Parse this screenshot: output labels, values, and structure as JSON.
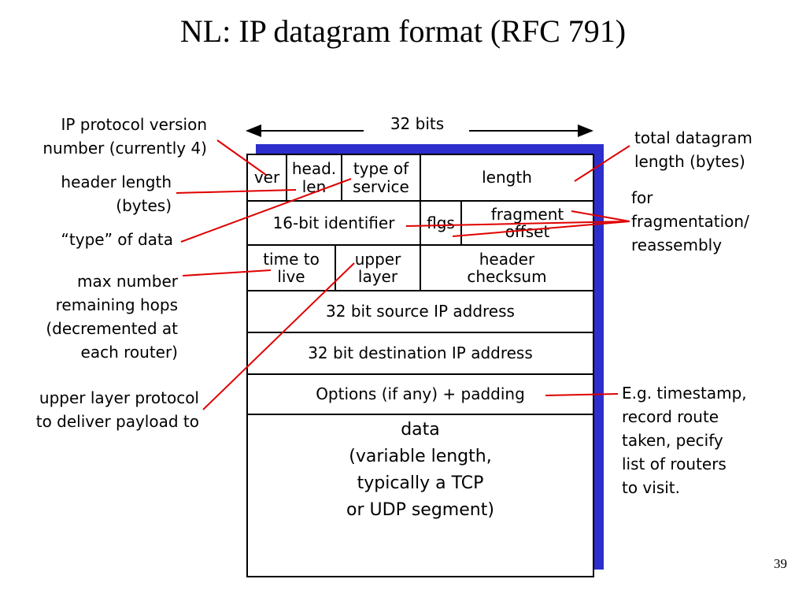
{
  "title": "NL: IP datagram format (RFC 791)",
  "page_number": "39",
  "width_label": "32 bits",
  "fields": {
    "ver": "ver",
    "head_len": "head.\nlen",
    "type_of_service": "type of\nservice",
    "length": "length",
    "identifier": "16-bit identifier",
    "flgs": "flgs",
    "fragment_offset": "fragment\noffset",
    "time_to_live": "time to\nlive",
    "upper_layer": "upper\nlayer",
    "header_checksum": "header\nchecksum",
    "source_ip": "32 bit source IP address",
    "destination_ip": "32 bit destination IP address",
    "options": "Options (if any) + padding",
    "data": "data\n(variable length,\ntypically a TCP\nor UDP segment)"
  },
  "annotations": {
    "ip_version": "IP protocol version\nnumber (currently 4)",
    "header_length": "header length\n(bytes)",
    "type_of_data": "“type” of data",
    "max_hops": "max number\nremaining hops\n(decremented at\neach router)",
    "upper_protocol": "upper layer protocol\nto deliver payload to",
    "total_length": "total datagram\nlength (bytes)",
    "fragmentation": "for\nfragmentation/\nreassembly",
    "options_example": "E.g. timestamp,\nrecord route\ntaken, pecify\nlist of routers\nto visit."
  },
  "colors": {
    "shadow": "#2e2ecc",
    "pointer_lines": "#e00000",
    "text": "#000000"
  }
}
